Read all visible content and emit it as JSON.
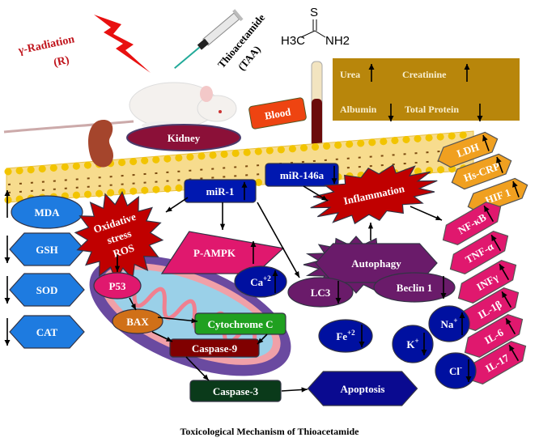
{
  "exposures": {
    "radiation": "γ-Radiation",
    "radiation_abbr": "(R)",
    "toxicant": "Thioacetamide",
    "toxicant_abbr": "(TAA)",
    "formula": {
      "top": "S",
      "left": "H3C",
      "right": "NH2"
    }
  },
  "blood": "Blood",
  "kidney": "Kidney",
  "serum_markers": [
    {
      "label": "Urea",
      "direction": "up"
    },
    {
      "label": "Creatinine",
      "direction": "up"
    },
    {
      "label": "Albumin",
      "direction": "down"
    },
    {
      "label": "Total Protein",
      "direction": "down"
    }
  ],
  "antioxidants": [
    {
      "label": "MDA",
      "direction": "up"
    },
    {
      "label": "GSH",
      "direction": "down"
    },
    {
      "label": "SOD",
      "direction": "down"
    },
    {
      "label": "CAT",
      "direction": "down"
    }
  ],
  "oxidative_stress": [
    "Oxidative",
    "stress",
    "ROS"
  ],
  "mirnas": [
    {
      "label": "miR-1",
      "direction": "up"
    },
    {
      "label": "miR-146a",
      "direction": "down"
    }
  ],
  "inflammation": "Inflammation",
  "tissue_markers": [
    {
      "label": "LDH",
      "direction": "up"
    },
    {
      "label": "Hs-CRP",
      "direction": "up"
    },
    {
      "label": "HIF 1",
      "direction": "up"
    }
  ],
  "cytokines": [
    {
      "label": "NF-κB",
      "direction": "up"
    },
    {
      "label": "TNF-α",
      "direction": "up"
    },
    {
      "label": "INFγ",
      "direction": "up"
    },
    {
      "label": "IL-1β",
      "direction": "up"
    },
    {
      "label": "IL-6",
      "direction": "up"
    },
    {
      "label": "IL-17",
      "direction": "up"
    }
  ],
  "p_ampk": {
    "label": "P-AMPK",
    "direction": "up"
  },
  "ions": [
    {
      "base": "Ca",
      "charge": "+2",
      "direction": "up"
    },
    {
      "base": "Fe",
      "charge": "+2",
      "direction": "down"
    },
    {
      "base": "Na",
      "charge": "+",
      "direction": "up"
    },
    {
      "base": "K",
      "charge": "+",
      "direction": "down"
    },
    {
      "base": "Cl",
      "charge": "-",
      "direction": "down"
    }
  ],
  "autophagy": {
    "label": "Autophagy",
    "lc3": "LC3",
    "lc3_direction": "down",
    "beclin": "Beclin 1",
    "beclin_direction": "down"
  },
  "apoptosis_pathway": {
    "p53": "P53",
    "bax": "BAX",
    "cytochrome_c": "Cytochrome  C",
    "caspase9": "Caspase-9",
    "caspase3": "Caspase-3",
    "apoptosis": "Apoptosis"
  },
  "caption": "Toxicological Mechanism of Thioacetamide",
  "colors": {
    "serum_box": "#b8860b",
    "antioxidant": "#1e7be0",
    "stress_star": "#c00000",
    "mirna": "#0018b0",
    "orange_marker": "#f0a020",
    "cytokine": "#e0186e",
    "autophagy": "#6a1b6a",
    "ion": "#0010a0",
    "kidney_label": "#8b1038",
    "blood_label": "#ee4411",
    "cytochrome": "#20a020",
    "caspase9": "#800000",
    "caspase3": "#0a3a1a",
    "apoptosis": "#0a0a90",
    "radiation_text": "#c0141c"
  }
}
